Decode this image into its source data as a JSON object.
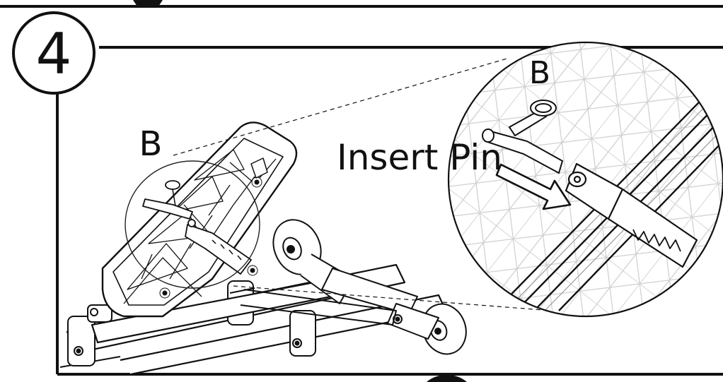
{
  "step": {
    "number": "4"
  },
  "callouts": {
    "part_label_overview": "B",
    "part_label_detail": "B",
    "instruction": "Insert Pin"
  },
  "colors": {
    "ink": "#111111",
    "paper": "#ffffff",
    "detail_grey": "#bdbdbd"
  }
}
